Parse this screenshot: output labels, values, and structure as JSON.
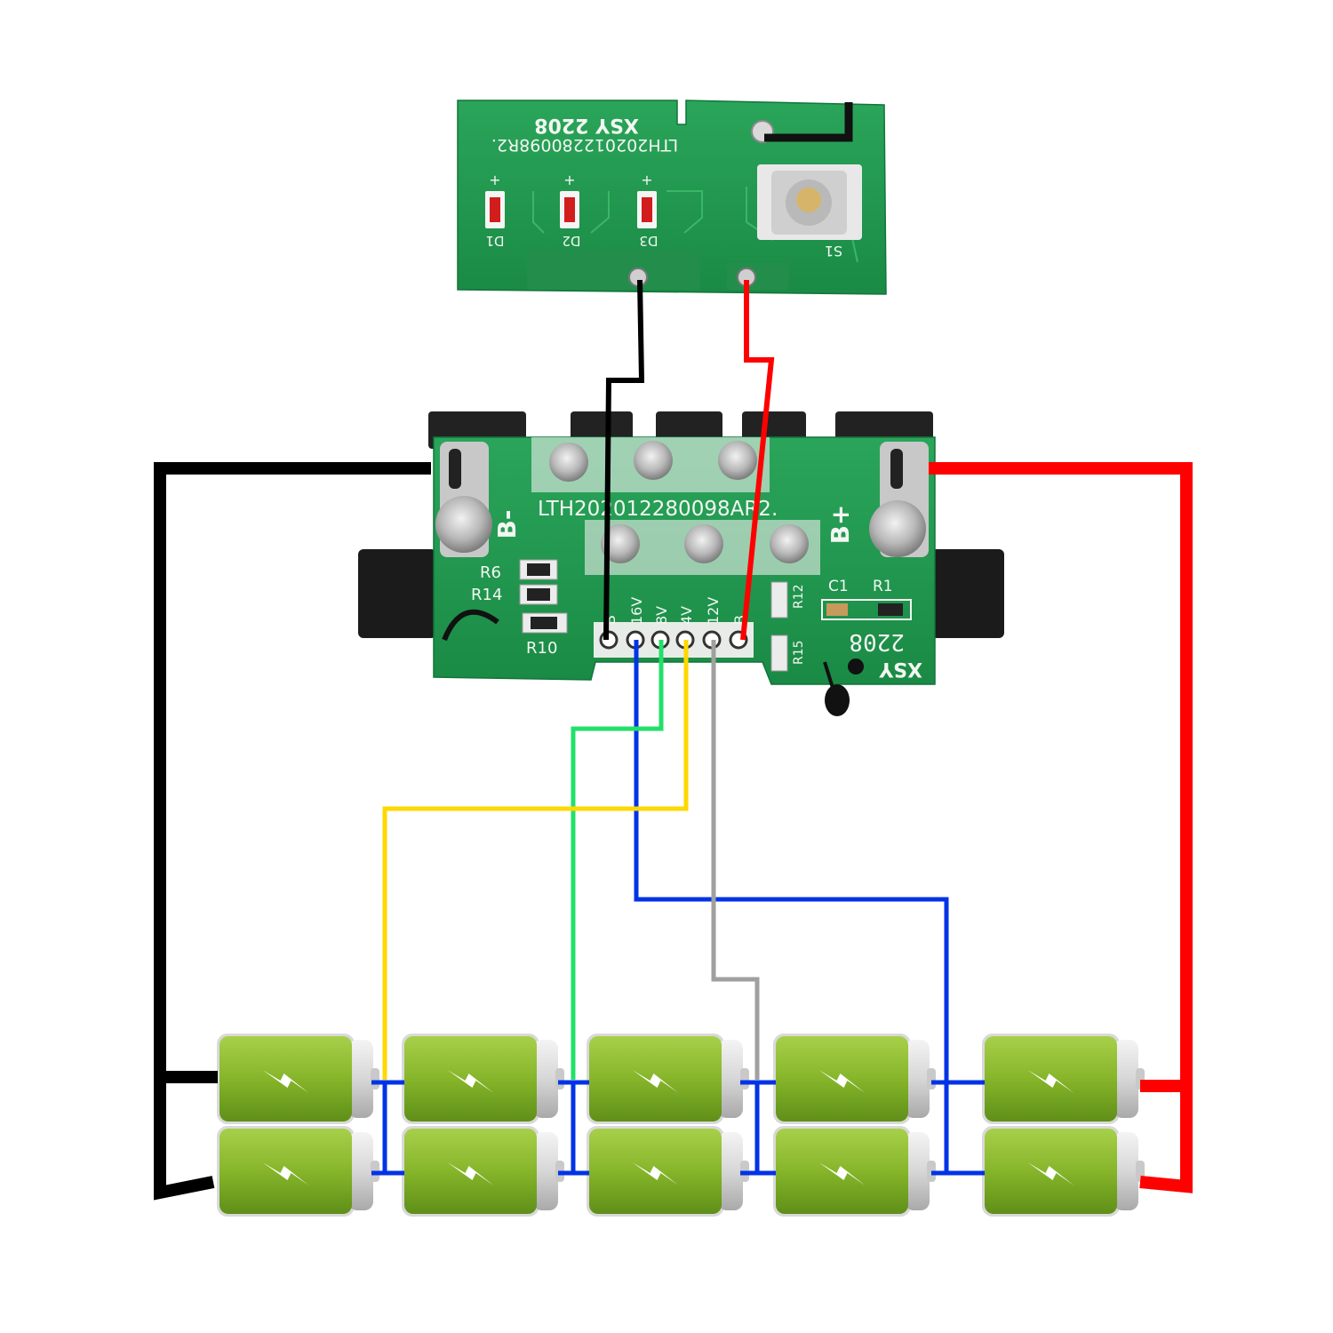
{
  "colors": {
    "black_wire": "#000000",
    "red_wire": "#ff0000",
    "blue_wire": "#0033e6",
    "green_wire": "#22e06a",
    "yellow_wire": "#ffd800",
    "gray_wire": "#a0a0a0",
    "pcb_green": "#1f9a4e",
    "cell_green": "#86b52a"
  },
  "led_board": {
    "mark_xsy": "XSY 2208",
    "part_number": "LTH202012280098R2.",
    "leds": [
      "D1",
      "D2",
      "D3"
    ],
    "switch": "S1"
  },
  "bms_board": {
    "part_number": "LTH202012280098AR2.",
    "b_minus": "B-",
    "b_plus": "B+",
    "taps": [
      "B",
      "16V",
      "8V",
      "4V",
      "12V",
      "B"
    ],
    "resistors_left": [
      "R6",
      "R14",
      "R10"
    ],
    "parts_right": [
      "C1",
      "R1",
      "R12",
      "R15"
    ],
    "mark_2208": "2208",
    "mark_xsy": "XSY"
  },
  "cell_icon": "lightning-bolt-icon",
  "battery_rows": 2,
  "battery_cols": 5
}
